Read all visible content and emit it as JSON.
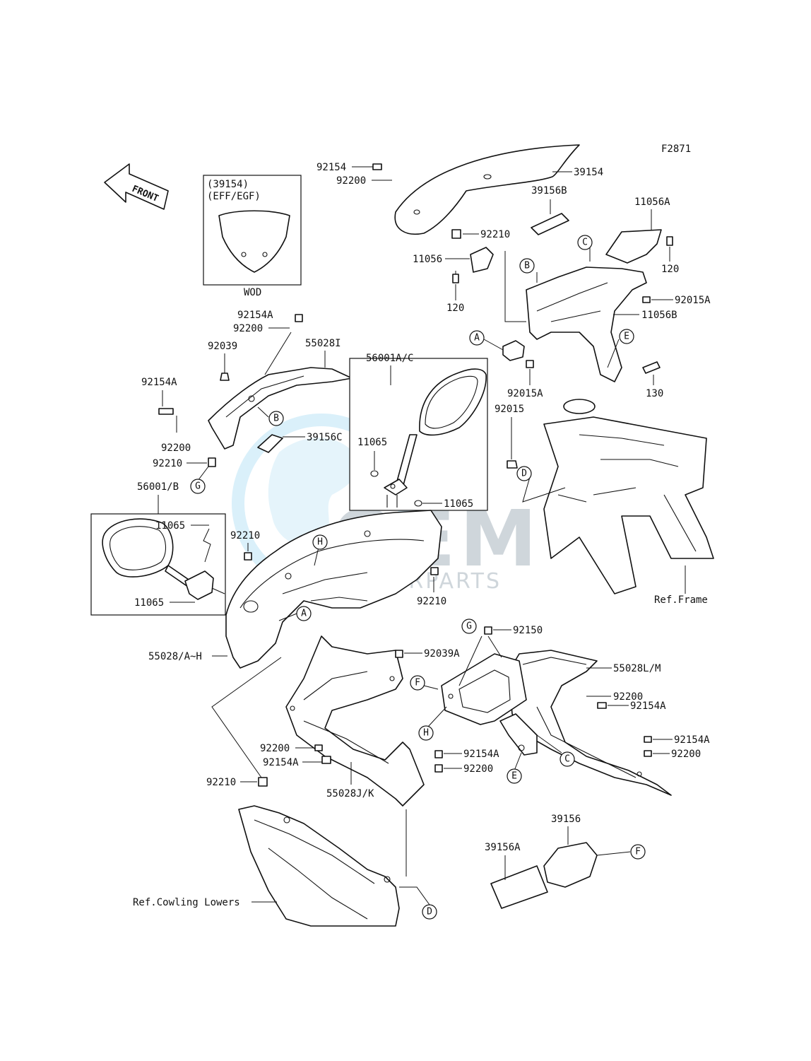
{
  "figure_code": "F2871",
  "front_label": "FRONT",
  "inset_windshield": {
    "part": "(39154)",
    "variant": "(EFF/EGF)",
    "footer": "WOD"
  },
  "watermark": {
    "brand": "OEM",
    "sub": "MOTORPARTS"
  },
  "references": {
    "frame": "Ref.Frame",
    "cowling_lowers": "Ref.Cowling Lowers"
  },
  "labels": {
    "p39154": "39154",
    "p92154_top": "92154",
    "p92200_top": "92200",
    "p39156B": "39156B",
    "p11056A": "11056A",
    "p92210_top": "92210",
    "p11056": "11056",
    "p120_right": "120",
    "p120_left": "120",
    "p92015A_right": "92015A",
    "p11056B": "11056B",
    "p92015A_mid": "92015A",
    "p130": "130",
    "p92015": "92015",
    "p92154A_a": "92154A",
    "p92200_a": "92200",
    "p92039": "92039",
    "p55028I": "55028I",
    "p56001AC": "56001A/C",
    "p92154A_b": "92154A",
    "p11065_a": "11065",
    "p39156C": "39156C",
    "p92200_b": "92200",
    "p92210_b": "92210",
    "p11065_b": "11065",
    "p56001B": "56001/B",
    "p11065_c": "11065",
    "p92210_c": "92210",
    "p11065_d": "11065",
    "p92210_d": "92210",
    "p55028AH": "55028/A~H",
    "p92150": "92150",
    "p92039A": "92039A",
    "p55028LM": "55028L/M",
    "p92200_c": "92200",
    "p92154A_c": "92154A",
    "p92154A_d": "92154A",
    "p92200_d": "92200",
    "p92154A_e": "92154A",
    "p92200_e": "92200",
    "p92200_f": "92200",
    "p92154A_f": "92154A",
    "p92210_e": "92210",
    "p55028JK": "55028J/K",
    "p39156": "39156",
    "p39156A": "39156A"
  },
  "callouts": {
    "A1": "A",
    "A2": "A",
    "B1": "B",
    "B2": "B",
    "C1": "C",
    "C2": "C",
    "D1": "D",
    "D2": "D",
    "E1": "E",
    "E2": "E",
    "F1": "F",
    "F2": "F",
    "G1": "G",
    "G2": "G",
    "H1": "H",
    "H2": "H"
  },
  "colors": {
    "line": "#111111",
    "watermark": "#b8c3cc",
    "watermark_accent": "#78c8ec"
  }
}
